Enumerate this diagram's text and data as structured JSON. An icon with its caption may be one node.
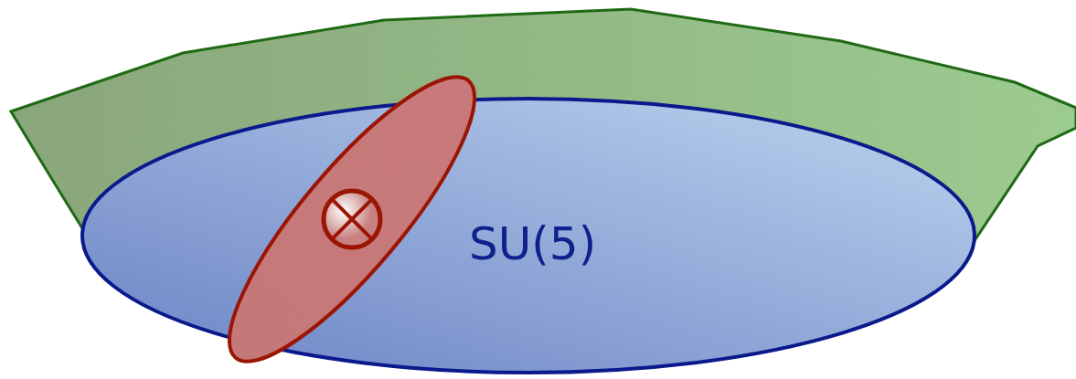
{
  "diagram": {
    "nodes": [
      {
        "text": [],
        "shape": "surface"
      },
      {
        "text": [
          "SU(5)"
        ]
      },
      {
        "text": [],
        "shape": "ellipse"
      },
      {
        "text": [],
        "shape": "circle",
        "in": 2
      }
    ]
  }
}
